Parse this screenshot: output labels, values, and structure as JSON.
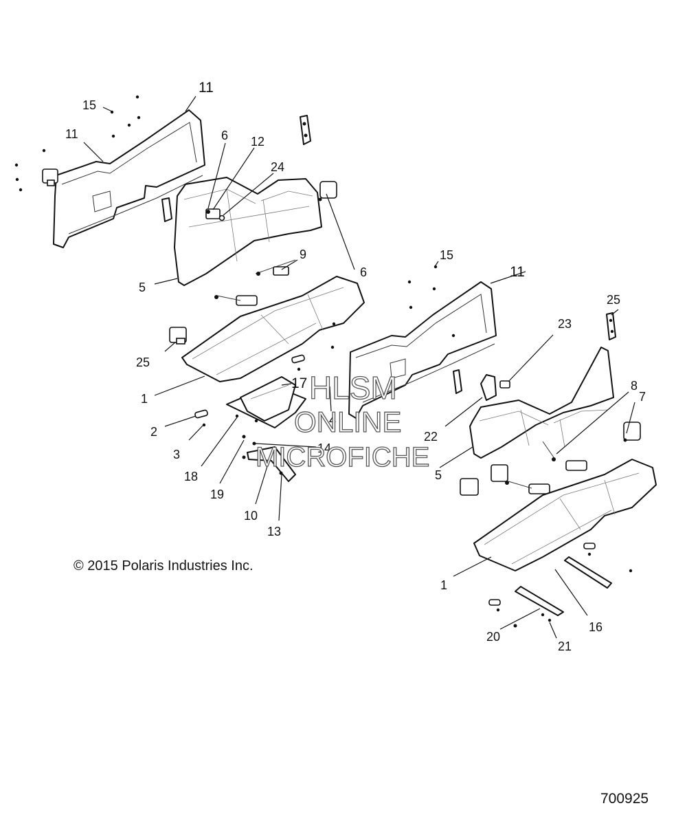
{
  "diagram": {
    "copyright": "© 2015 Polaris Industries Inc.",
    "drawing_number": "700925",
    "watermark": {
      "line1": "HLSM",
      "line2": "ONLINE",
      "line3": "MICROFICHE"
    },
    "callouts": [
      {
        "id": "c11a",
        "label": "11"
      },
      {
        "id": "c15a",
        "label": "15"
      },
      {
        "id": "c11b",
        "label": "11"
      },
      {
        "id": "c6a",
        "label": "6"
      },
      {
        "id": "c12",
        "label": "12"
      },
      {
        "id": "c24",
        "label": "24"
      },
      {
        "id": "c9",
        "label": "9"
      },
      {
        "id": "c6b",
        "label": "6"
      },
      {
        "id": "c5a",
        "label": "5"
      },
      {
        "id": "c15b",
        "label": "15"
      },
      {
        "id": "c11c",
        "label": "11"
      },
      {
        "id": "c25a",
        "label": "25"
      },
      {
        "id": "c25b",
        "label": "25"
      },
      {
        "id": "c23",
        "label": "23"
      },
      {
        "id": "c17",
        "label": "17"
      },
      {
        "id": "c1a",
        "label": "1"
      },
      {
        "id": "c4",
        "label": "4"
      },
      {
        "id": "c8",
        "label": "8"
      },
      {
        "id": "c7",
        "label": "7"
      },
      {
        "id": "c2",
        "label": "2"
      },
      {
        "id": "c22",
        "label": "22"
      },
      {
        "id": "c3",
        "label": "3"
      },
      {
        "id": "c14",
        "label": "14"
      },
      {
        "id": "c5b",
        "label": "5"
      },
      {
        "id": "c18",
        "label": "18"
      },
      {
        "id": "c19",
        "label": "19"
      },
      {
        "id": "c10",
        "label": "10"
      },
      {
        "id": "c13",
        "label": "13"
      },
      {
        "id": "c1b",
        "label": "1"
      },
      {
        "id": "c16",
        "label": "16"
      },
      {
        "id": "c20",
        "label": "20"
      },
      {
        "id": "c21",
        "label": "21"
      }
    ]
  }
}
